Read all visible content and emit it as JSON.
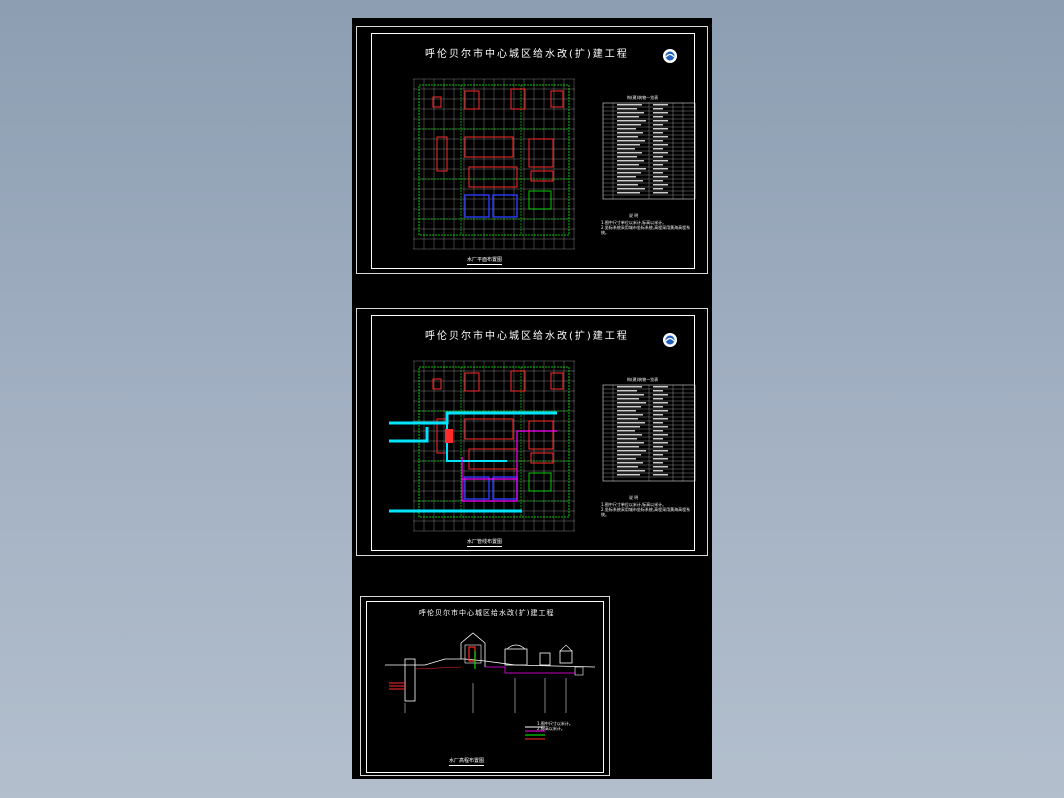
{
  "drawing": {
    "project_title": "呼伦贝尔市中心城区给水改(扩)建工程",
    "project_title_small": "呼伦贝尔市中心城区给水改(扩)建工程",
    "sheet1_caption": "水厂平面布置图",
    "sheet2_caption": "水厂管线布置图",
    "sheet3_caption": "水厂高程布置图",
    "table_title": "构(建)筑物一览表",
    "legend_title": "说 明",
    "notes": "1.图中尺寸单位以米计,标高以米计。\n2.坐标系统采用城市坐标系统,高程采用黄海高程系统。",
    "notes_short": "1.图中尺寸以米计。\n2.标高以米计。",
    "colors": {
      "background": "#000000",
      "grid": "#ffffff",
      "road": "#00ff00",
      "building": "#ff2a2a",
      "tank": "#2b3bff",
      "pipe_cyan": "#00e5ff",
      "pipe_magenta": "#ff00ff",
      "frame": "#ffffff"
    },
    "icons": [
      "logo-emblem-icon"
    ]
  }
}
